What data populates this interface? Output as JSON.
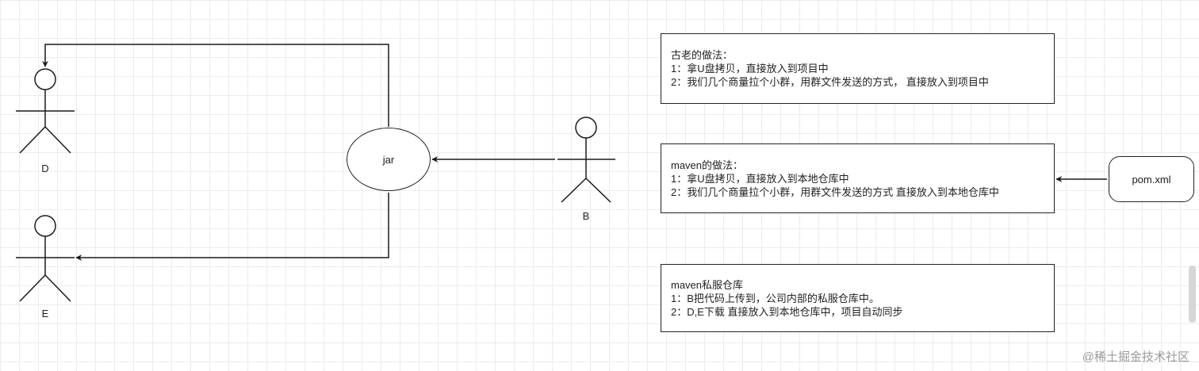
{
  "actors": {
    "d": "D",
    "e": "E",
    "b": "B"
  },
  "nodes": {
    "jar": "jar",
    "pom": "pom.xml"
  },
  "notes": {
    "old": {
      "title": "古老的做法：",
      "line1": "1：拿U盘拷贝，直接放入到项目中",
      "line2": "2：我们几个商量拉个小群，用群文件发送的方式， 直接放入到项目中"
    },
    "maven": {
      "title": "maven的做法：",
      "line1": "1：拿U盘拷贝，直接放入到本地仓库中",
      "line2": "2：我们几个商量拉个小群，用群文件发送的方式 直接放入到本地仓库中"
    },
    "private": {
      "title": "maven私服仓库",
      "line1": "1：B把代码上传到，公司内部的私服仓库中。",
      "line2": "2：D,E下载 直接放入到本地仓库中，项目自动同步"
    }
  },
  "watermark": "@稀土掘金技术社区"
}
